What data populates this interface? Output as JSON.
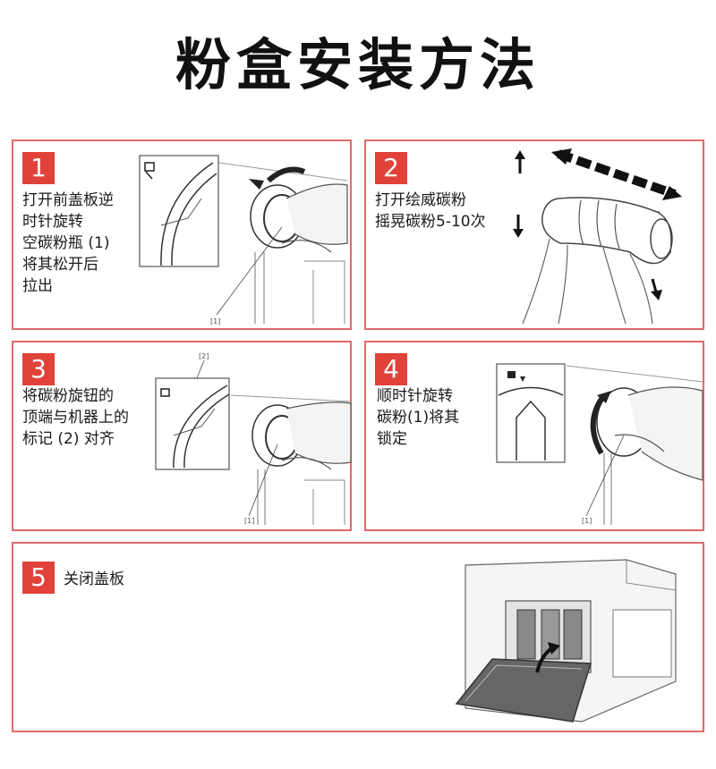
{
  "title": "粉盒安装方法",
  "steps": [
    {
      "number": "1",
      "text": "打开前盖板逆\n时针旋转\n空碳粉瓶 (1)\n将其松开后\n拉出",
      "callout": "[1]"
    },
    {
      "number": "2",
      "text": "打开绘威碳粉\n摇晃碳粉5-10次"
    },
    {
      "number": "3",
      "text": "将碳粉旋钮的\n顶端与机器上的\n标记 (2) 对齐",
      "callout_top": "[2]",
      "callout": "[1]"
    },
    {
      "number": "4",
      "text": "顺时针旋转\n碳粉(1)将其\n锁定",
      "callout": "[1]"
    },
    {
      "number": "5",
      "text": "关闭盖板"
    }
  ]
}
